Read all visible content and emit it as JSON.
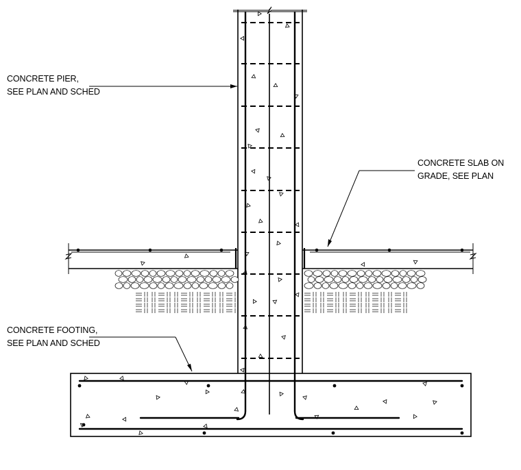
{
  "notes": {
    "pier_line1": "CONCRETE PIER,",
    "pier_line2": "SEE PLAN AND SCHED",
    "slab_line1": "CONCRETE SLAB ON",
    "slab_line2": "GRADE, SEE PLAN",
    "footing_line1": "CONCRETE FOOTING,",
    "footing_line2": "SEE PLAN AND SCHED"
  }
}
